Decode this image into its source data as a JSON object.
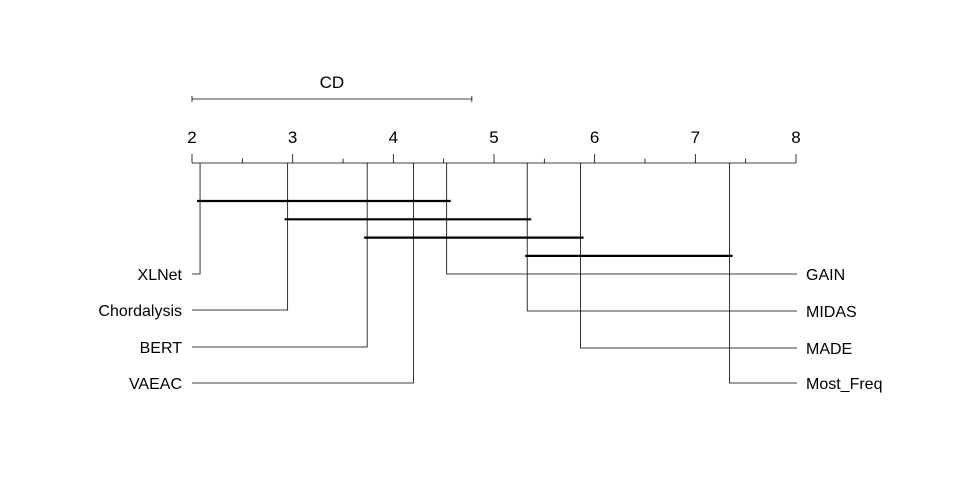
{
  "chart_data": {
    "type": "critical-difference",
    "cd_label": "CD",
    "cd_value": 2.78,
    "axis": {
      "min": 2,
      "max": 8,
      "tick_labels": [
        "2",
        "3",
        "4",
        "5",
        "6",
        "7",
        "8"
      ]
    },
    "methods": [
      {
        "name": "XLNet",
        "rank": 2.08
      },
      {
        "name": "Chordalysis",
        "rank": 2.95
      },
      {
        "name": "BERT",
        "rank": 3.74
      },
      {
        "name": "VAEAC",
        "rank": 4.2
      },
      {
        "name": "GAIN",
        "rank": 4.53
      },
      {
        "name": "MIDAS",
        "rank": 5.33
      },
      {
        "name": "MADE",
        "rank": 5.86
      },
      {
        "name": "Most_Freq",
        "rank": 7.34
      }
    ],
    "left_methods": [
      "XLNet",
      "Chordalysis",
      "BERT",
      "VAEAC"
    ],
    "right_methods": [
      "GAIN",
      "MIDAS",
      "MADE",
      "Most_Freq"
    ],
    "cliques": [
      {
        "from": 2.05,
        "to": 4.57
      },
      {
        "from": 2.92,
        "to": 5.37
      },
      {
        "from": 3.71,
        "to": 5.89
      },
      {
        "from": 5.31,
        "to": 7.37
      }
    ]
  }
}
